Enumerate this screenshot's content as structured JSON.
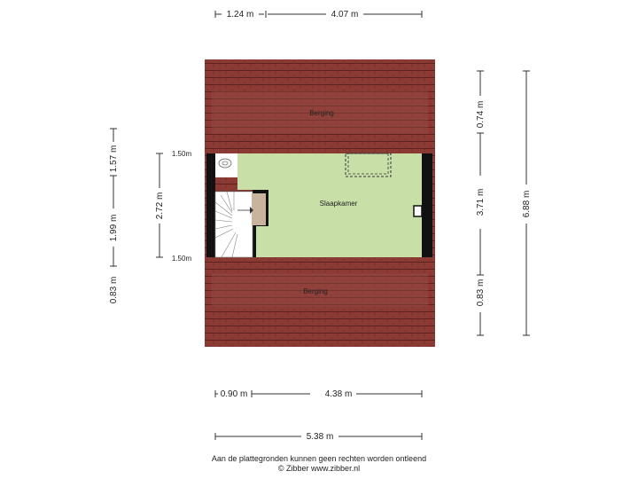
{
  "rooms": {
    "berging_top": "Berging",
    "slaapkamer": "Slaapkamer",
    "berging_bottom": "Berging"
  },
  "dimensions": {
    "top_left": "1.24 m",
    "top_right": "4.07 m",
    "bottom_left": "0.90 m",
    "bottom_right": "4.38 m",
    "bottom_total": "5.38 m",
    "left_top": "1.57 m",
    "left_mid": "1.99 m",
    "left_bottom": "0.83 m",
    "inner_height": "2.72 m",
    "right_top": "0.74 m",
    "right_mid": "3.71 m",
    "right_bottom": "0.83 m",
    "right_total": "6.88 m",
    "height_upper": "1.50m",
    "height_lower": "1.50m"
  },
  "footer": {
    "line1": "Aan de plattegronden kunnen geen rechten worden ontleend",
    "line2": "© Zibber www.zibber.nl"
  },
  "colors": {
    "roof": "#8b3a34",
    "roof_line": "#5e221e",
    "room": "#c8e0a8",
    "wall": "#111111",
    "stair": "#ffffff",
    "landing": "#c8b49c"
  }
}
